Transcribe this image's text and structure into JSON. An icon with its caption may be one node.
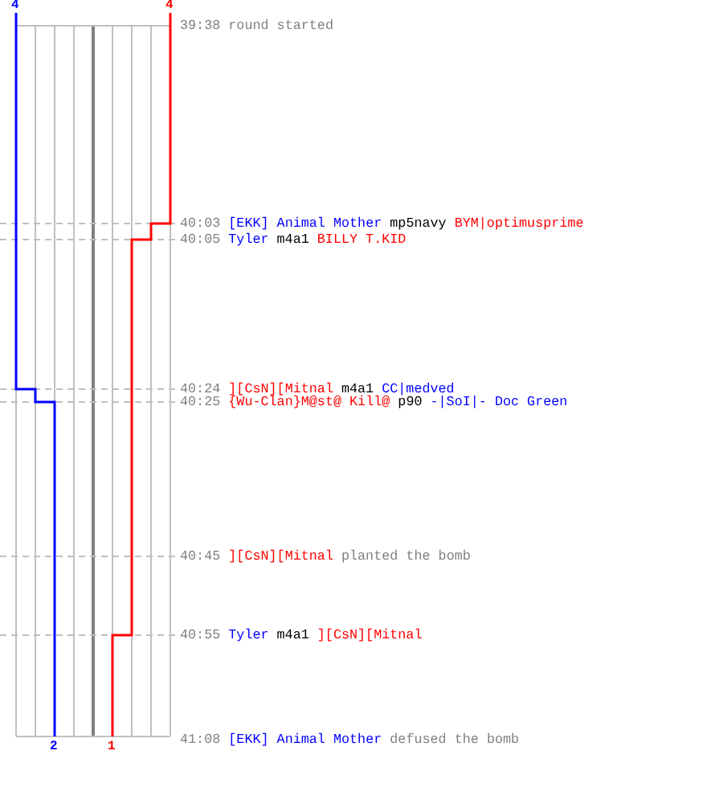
{
  "diagram": {
    "labels": [
      "4",
      "4",
      "39:38",
      "round started",
      "40:03",
      "[EKK] Animal Mother",
      "mp5navy",
      "BYM|optimusprime",
      "40:05",
      "Tyler",
      "m4a1",
      "BILLY T.KID",
      "40:24",
      "][CsN][Mitnal",
      "m4a1",
      "CC|medved",
      "40:25",
      "{Wu-Clan}M@st@ Kill@",
      "p90",
      "-|SoI|- Doc Green",
      "40:45",
      "][CsN][Mitnal",
      "planted the bomb",
      "40:55",
      "Tyler",
      "m4a1",
      "][CsN][Mitnal",
      "41:08",
      "[EKK] Animal Mother",
      "defused the bomb",
      "2",
      "1"
    ]
  }
}
